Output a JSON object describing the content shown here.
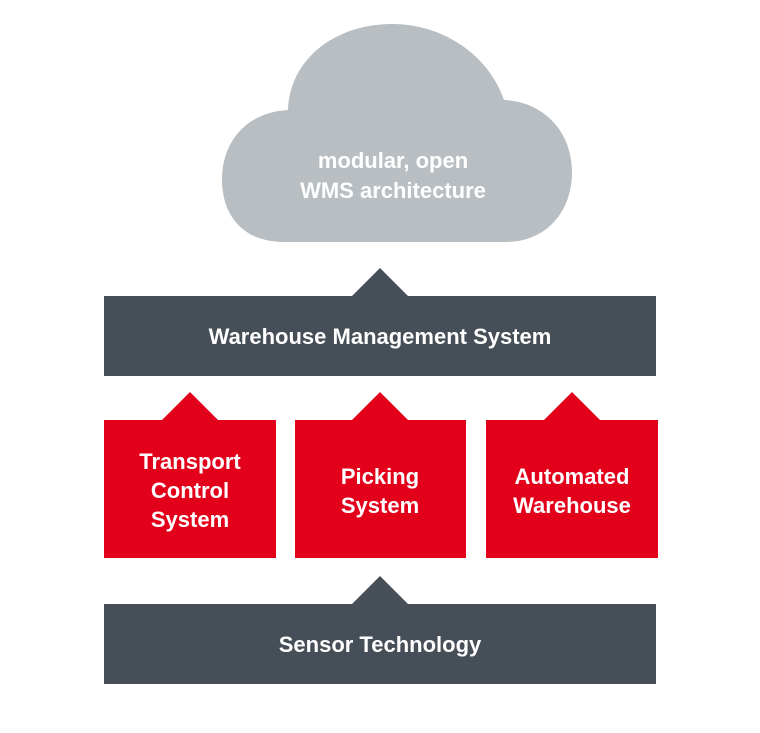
{
  "cloud": {
    "line1": "modular, open",
    "line2": "WMS architecture"
  },
  "wms": {
    "label": "Warehouse Management System"
  },
  "modules": [
    {
      "lines": [
        "Transport",
        "Control",
        "System"
      ]
    },
    {
      "lines": [
        "Picking",
        "System"
      ]
    },
    {
      "lines": [
        "Automated",
        "Warehouse"
      ]
    }
  ],
  "sensor": {
    "label": "Sensor Technology"
  },
  "colors": {
    "cloud": "#b8bec2",
    "dark_bar": "#464e57",
    "red_box": "#e2001a",
    "text": "#ffffff"
  }
}
